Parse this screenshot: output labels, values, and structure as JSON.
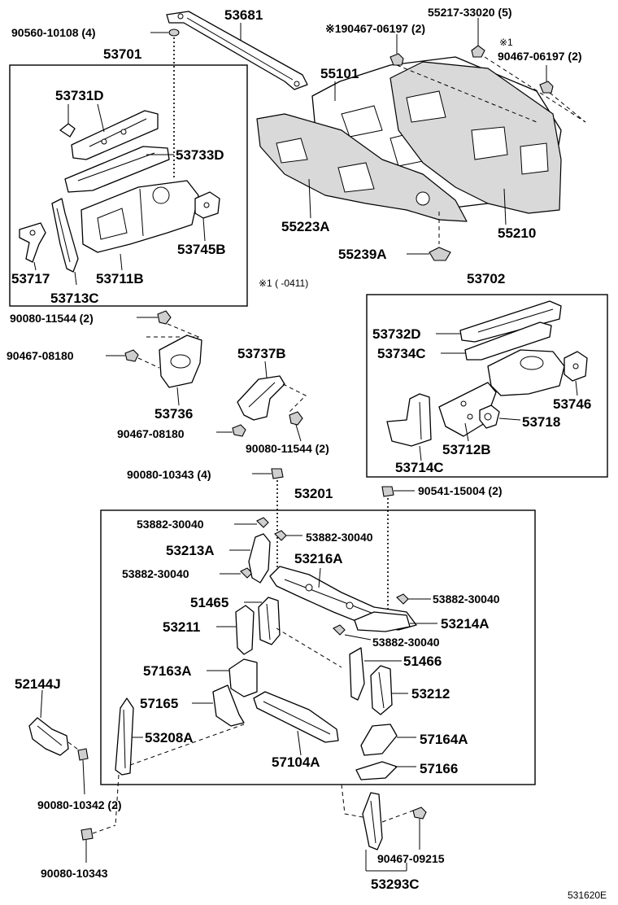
{
  "labels": {
    "l_53681": "53681",
    "l_90560": "90560-10108 (4)",
    "l_53701": "53701",
    "l_53731D": "53731D",
    "l_53733D": "53733D",
    "l_53745B": "53745B",
    "l_53717": "53717",
    "l_53711B": "53711B",
    "l_53713C": "53713C",
    "l_55217": "55217-33020 (5)",
    "l_90467_06197a": "※190467-06197 (2)",
    "l_note_mark": "※1",
    "l_90467_06197b": "90467-06197 (2)",
    "l_55101": "55101",
    "l_55223A": "55223A",
    "l_55210": "55210",
    "l_55239A": "55239A",
    "l_note_range": "※1 (     -0411)",
    "l_53702": "53702",
    "l_53732D": "53732D",
    "l_53734C": "53734C",
    "l_53746": "53746",
    "l_53718": "53718",
    "l_53712B": "53712B",
    "l_53714C": "53714C",
    "l_90080_11544a": "90080-11544 (2)",
    "l_90467_08180a": "90467-08180",
    "l_53736": "53736",
    "l_53737B": "53737B",
    "l_90467_08180b": "90467-08180",
    "l_90080_11544b": "90080-11544 (2)",
    "l_90080_10343a": "90080-10343 (4)",
    "l_53201": "53201",
    "l_90541": "90541-15004 (2)",
    "l_53882_a": "53882-30040",
    "l_53882_b": "53882-30040",
    "l_53213A": "53213A",
    "l_53216A": "53216A",
    "l_53882_c": "53882-30040",
    "l_53882_d": "53882-30040",
    "l_51465": "51465",
    "l_53211": "53211",
    "l_53214A": "53214A",
    "l_53882_e": "53882-30040",
    "l_51466": "51466",
    "l_57163A": "57163A",
    "l_53212": "53212",
    "l_52144J": "52144J",
    "l_57165": "57165",
    "l_53208A": "53208A",
    "l_57164A": "57164A",
    "l_57104A": "57104A",
    "l_57166": "57166",
    "l_90080_10342": "90080-10342 (2)",
    "l_90080_10343b": "90080-10343",
    "l_90467_09215": "90467-09215",
    "l_53293C": "53293C",
    "l_figure_code": "531620E"
  }
}
